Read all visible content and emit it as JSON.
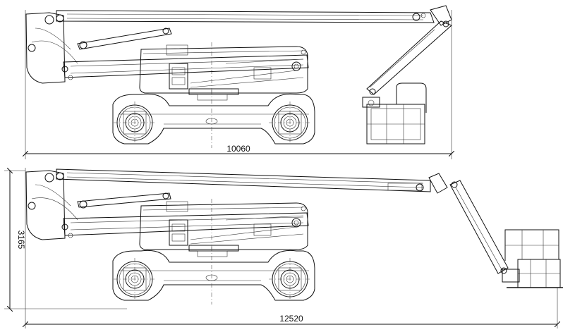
{
  "views": [
    {
      "id": "stowed",
      "overall_length": "10060"
    },
    {
      "id": "extended",
      "overall_length": "12520",
      "overall_height": "3165"
    }
  ]
}
